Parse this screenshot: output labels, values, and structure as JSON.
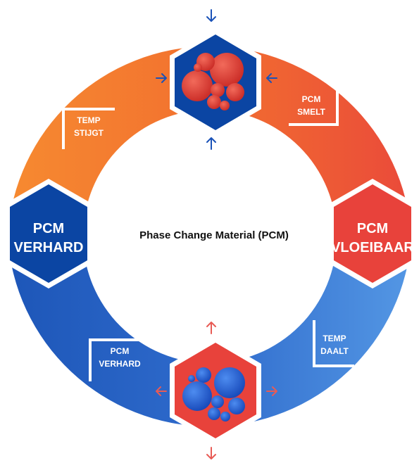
{
  "center_title": "Phase Change Material (PCM)",
  "left_hexagon": {
    "line1": "PCM",
    "line2": "VERHARD"
  },
  "right_hexagon": {
    "line1": "PCM",
    "line2": "VLOEIBAAR"
  },
  "tags": {
    "top_left": {
      "line1": "TEMP",
      "line2": "STIJGT"
    },
    "top_right": {
      "line1": "PCM",
      "line2": "SMELT"
    },
    "bottom_right": {
      "line1": "TEMP",
      "line2": "DAALT"
    },
    "bottom_left": {
      "line1": "PCM",
      "line2": "VERHARD"
    }
  },
  "icons": {
    "top": "compressed-red-molecules-icon",
    "bottom": "expanding-blue-molecules-icon"
  },
  "colors": {
    "dark_blue": "#0b45a3",
    "red": "#e8423b",
    "orange": "#f27f2e",
    "light_blue": "#4a8ce0",
    "arrow_blue": "#1a52b8",
    "arrow_red": "#e85b55"
  }
}
